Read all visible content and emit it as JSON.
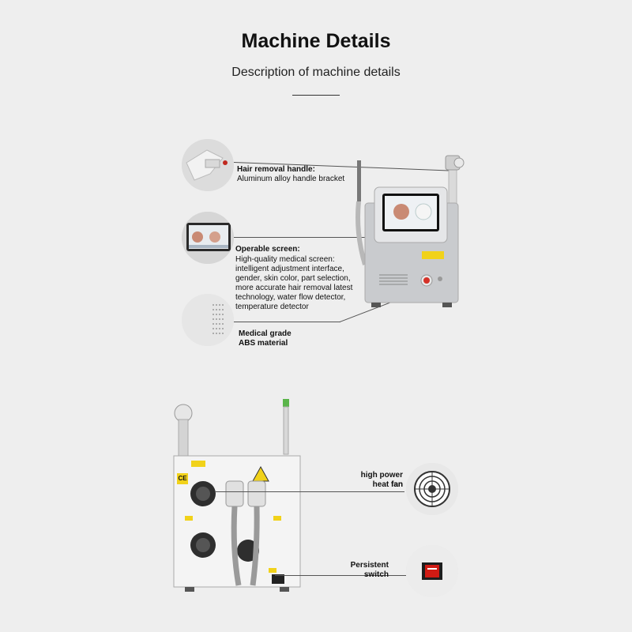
{
  "header": {
    "title": "Machine Details",
    "subtitle": "Description of machine details"
  },
  "callouts": {
    "handle": {
      "title": "Hair removal handle:",
      "desc": "Aluminum alloy handle bracket"
    },
    "screen": {
      "title": "Operable screen:",
      "desc_lines": [
        "High-quality medical screen:",
        "intelligent adjustment interface,",
        "gender, skin color, part selection,",
        "more accurate hair removal latest",
        "technology, water flow detector,",
        "temperature detector"
      ]
    },
    "material": {
      "lines": [
        "Medical grade",
        "ABS material"
      ]
    },
    "fan": {
      "lines": [
        "high power fan",
        "heat fan"
      ]
    },
    "switch": {
      "lines": [
        "Persistent",
        "switch"
      ]
    }
  },
  "labels": {
    "ce": "CE"
  },
  "colors": {
    "background": "#eeeeee",
    "machine_body": "#c9cbce",
    "back_panel": "#f4f4f4",
    "warning_yellow": "#f1d21a",
    "switch_red": "#d01b14"
  }
}
